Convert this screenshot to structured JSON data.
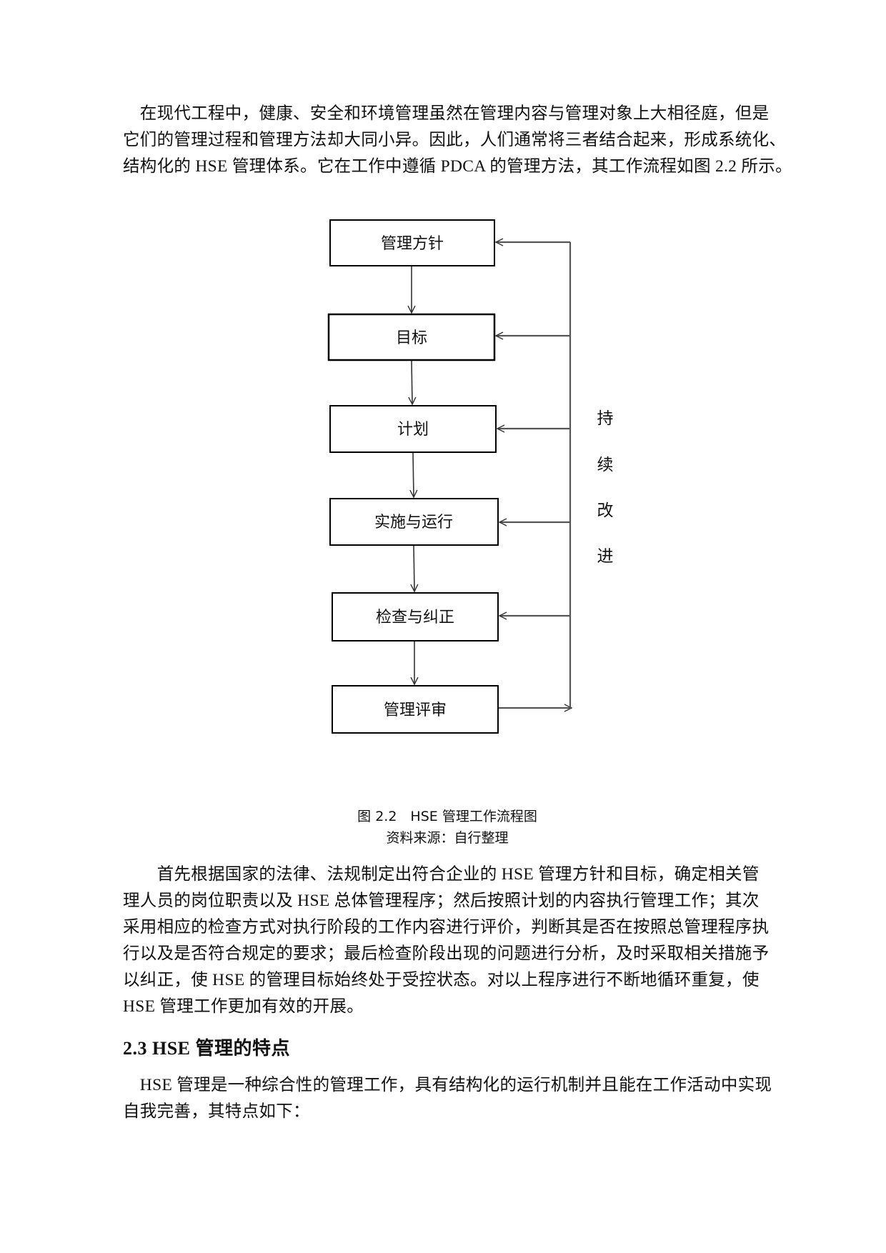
{
  "paragraph_intro": {
    "lines": [
      "　在现代工程中，健康、安全和环境管理虽然在管理内容与管理对象上大相径庭，但是",
      "它们的管理过程和管理方法却大同小异。因此，人们通常将三者结合起来，形成系统化、",
      "结构化的 HSE 管理体系。它在工作中遵循 PDCA 的管理方法，其工作流程如图 2.2 所示。"
    ]
  },
  "figure": {
    "boxes": [
      {
        "label": "管理方针"
      },
      {
        "label": "目标"
      },
      {
        "label": "计划"
      },
      {
        "label": "实施与运行"
      },
      {
        "label": "检查与纠正"
      },
      {
        "label": "管理评审"
      }
    ],
    "side_label_chars": [
      "持",
      "续",
      "改",
      "进"
    ],
    "caption": "图 2.2　HSE 管理工作流程图",
    "source": "资料来源：自行整理"
  },
  "paragraph_process": {
    "lines": [
      "　　首先根据国家的法律、法规制定出符合企业的 HSE 管理方针和目标，确定相关管",
      "理人员的岗位职责以及 HSE 总体管理程序；然后按照计划的内容执行管理工作；其次",
      "采用相应的检查方式对执行阶段的工作内容进行评价，判断其是否在按照总管理程序执",
      "行以及是否符合规定的要求；最后检查阶段出现的问题进行分析，及时采取相关措施予",
      "以纠正，使 HSE 的管理目标始终处于受控状态。对以上程序进行不断地循环重复，使",
      "HSE 管理工作更加有效的开展。"
    ]
  },
  "section": {
    "heading": "2.3  HSE 管理的特点"
  },
  "paragraph_features": {
    "lines": [
      "　HSE 管理是一种综合性的管理工作，具有结构化的运行机制并且能在工作活动中实现",
      "自我完善，其特点如下："
    ]
  }
}
